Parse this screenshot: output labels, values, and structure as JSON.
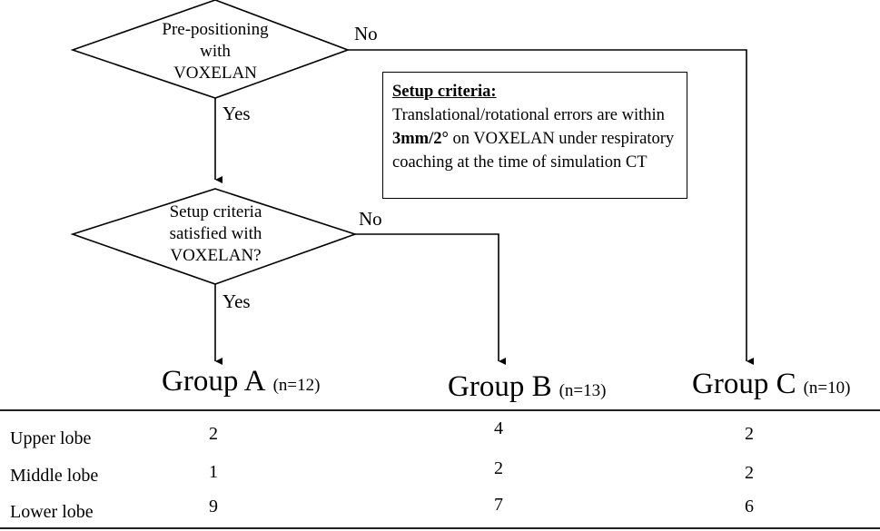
{
  "decision1": {
    "lines": [
      "Pre-positioning",
      "with",
      "VOXELAN"
    ],
    "no_label": "No",
    "yes_label": "Yes"
  },
  "decision2": {
    "lines": [
      "Setup criteria",
      "satisfied with",
      "VOXELAN?"
    ],
    "no_label": "No",
    "yes_label": "Yes"
  },
  "criteria": {
    "title": "Setup criteria:",
    "text_before": "Translational/rotational errors are within ",
    "text_bold": "3mm/2°",
    "text_after": " on VOXELAN under respiratory coaching at the time of simulation CT"
  },
  "groups": [
    {
      "name": "Group A",
      "n": "(n=12)"
    },
    {
      "name": "Group B",
      "n": "(n=13)"
    },
    {
      "name": "Group C",
      "n": "(n=10)"
    }
  ],
  "table": {
    "rows": [
      {
        "label": "Upper lobe",
        "values": [
          "2",
          "4",
          "2"
        ]
      },
      {
        "label": "Middle lobe",
        "values": [
          "1",
          "2",
          "2"
        ]
      },
      {
        "label": "Lower lobe",
        "values": [
          "9",
          "7",
          "6"
        ]
      }
    ]
  }
}
